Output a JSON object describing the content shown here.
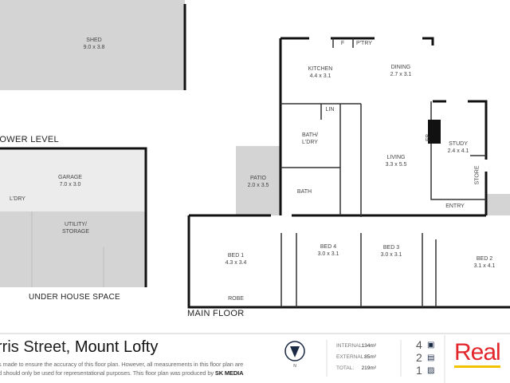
{
  "lower_level": {
    "heading": "LOWER LEVEL",
    "rooms": [
      {
        "name": "SHED",
        "size": "9.0 x 3.8"
      },
      {
        "name": "GARAGE",
        "size": "7.0 x 3.0"
      },
      {
        "name": "L'DRY",
        "size": ""
      },
      {
        "name": "UTILITY/ STORAGE",
        "size": ""
      }
    ],
    "under_house": "UNDER HOUSE SPACE"
  },
  "main_floor": {
    "heading": "MAIN FLOOR",
    "rooms": [
      {
        "name": "KITCHEN",
        "size": "4.4 x 3.1"
      },
      {
        "name": "DINING",
        "size": "2.7 x 3.1"
      },
      {
        "name": "F",
        "size": ""
      },
      {
        "name": "P'TRY",
        "size": ""
      },
      {
        "name": "LIN",
        "size": ""
      },
      {
        "name": "BATH/ L'DRY",
        "size": ""
      },
      {
        "name": "BATH",
        "size": ""
      },
      {
        "name": "PATIO",
        "size": "2.0 x 3.5"
      },
      {
        "name": "LIVING",
        "size": "3.3 x 5.5"
      },
      {
        "name": "FP",
        "size": ""
      },
      {
        "name": "STUDY",
        "size": "2.4 x 4.1"
      },
      {
        "name": "STORE",
        "size": ""
      },
      {
        "name": "ENTRY",
        "size": ""
      },
      {
        "name": "BED 1",
        "size": "4.3 x 3.4"
      },
      {
        "name": "BED 4",
        "size": "3.0 x 3.1"
      },
      {
        "name": "BED 3",
        "size": "3.0 x 3.1"
      },
      {
        "name": "BED 2",
        "size": "3.1 x 4.1"
      },
      {
        "name": "ROBE",
        "size": ""
      }
    ]
  },
  "footer": {
    "street": "rris Street,",
    "suburb": "Mount Lofty",
    "disclaimer_1": "s made to ensure the accuracy of this floor plan. However, all measurements in this floor plan are",
    "disclaimer_2": "d should only be used for representational purposes. This floor plan was produced by",
    "producer": "SK MEDIA",
    "compass_label": "N",
    "stats": [
      {
        "label": "INTERNAL:",
        "value": "134m²"
      },
      {
        "label": "EXTERNAL:",
        "value": "85m²"
      },
      {
        "label": "TOTAL:",
        "value": "219m²"
      }
    ],
    "counts": [
      {
        "value": "4",
        "icon": "bed-icon"
      },
      {
        "value": "2",
        "icon": "bath-icon"
      },
      {
        "value": "1",
        "icon": "car-icon"
      }
    ],
    "logo": "Real",
    "colors": {
      "logo_red": "#e3262b",
      "logo_yellow": "#f3c300",
      "area_gray": "#d4d4d4"
    }
  }
}
